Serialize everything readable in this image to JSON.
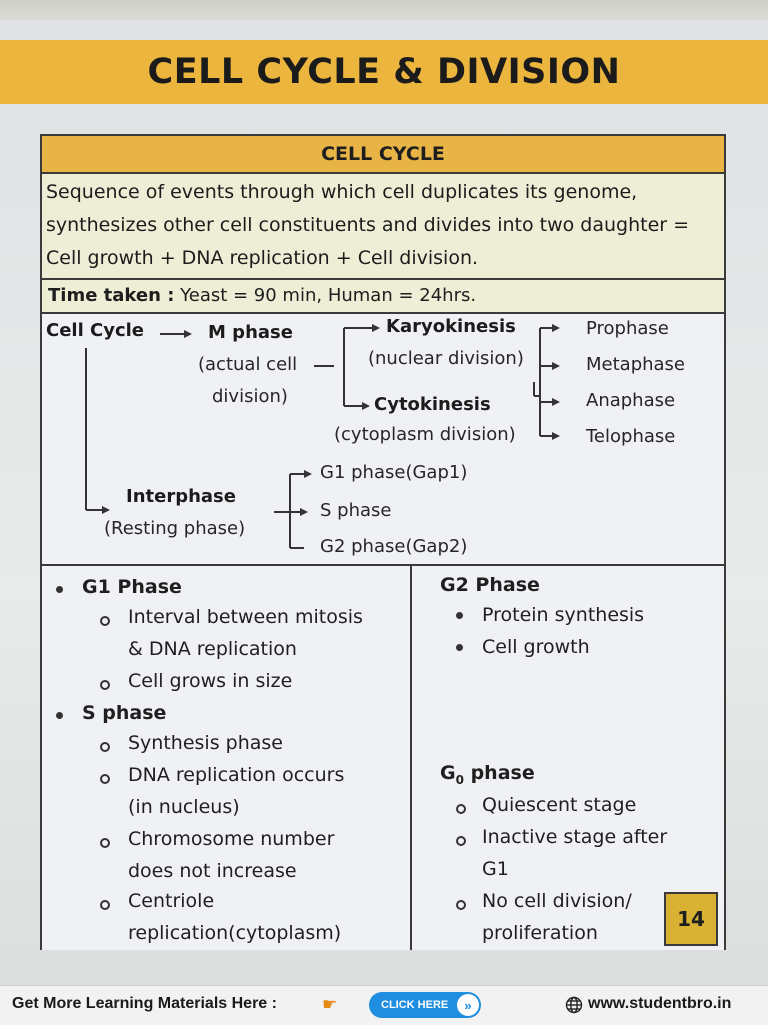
{
  "page_title": "CELL CYCLE & DIVISION",
  "card": {
    "heading": "CELL CYCLE",
    "definition": "Sequence of events through which cell duplicates its genome, synthesizes other cell constituents and divides into two daughter = Cell growth + DNA replication + Cell division.",
    "time_label": "Time taken :",
    "time_value": "Yeast = 90 min, Human = 24hrs."
  },
  "diagram": {
    "root": "Cell Cycle",
    "m_phase": "M phase",
    "m_phase_note_1": "(actual cell",
    "m_phase_note_2": "division)",
    "karyokinesis": "Karyokinesis",
    "karyokinesis_note": "(nuclear division)",
    "cytokinesis": "Cytokinesis",
    "cytokinesis_note": "(cytoplasm division)",
    "prophase": "Prophase",
    "metaphase": "Metaphase",
    "anaphase": "Anaphase",
    "telophase": "Telophase",
    "interphase": "Interphase",
    "interphase_note": "(Resting phase)",
    "g1": "G1 phase(Gap1)",
    "s": "S phase",
    "g2": "G2 phase(Gap2)"
  },
  "left_col": {
    "g1_title": "G1 Phase",
    "g1_item1_a": "Interval between mitosis",
    "g1_item1_b": "& DNA replication",
    "g1_item2": "Cell grows in size",
    "s_title": "S phase",
    "s_item1": "Synthesis phase",
    "s_item2_a": "DNA replication occurs",
    "s_item2_b": "(in nucleus)",
    "s_item3_a": "Chromosome number",
    "s_item3_b": "does not increase",
    "s_item4_a": "Centriole",
    "s_item4_b": "replication(cytoplasm)"
  },
  "right_col": {
    "g2_title": "G2 Phase",
    "g2_item1": "Protein synthesis",
    "g2_item2": "Cell growth",
    "g0_title_main": "G",
    "g0_title_sub": "0",
    "g0_title_rest": " phase",
    "g0_item1": "Quiescent stage",
    "g0_item2_a": "Inactive stage after",
    "g0_item2_b": "G1",
    "g0_item3_a": "No cell division/",
    "g0_item3_b": "proliferation"
  },
  "page_number": "14",
  "footer": {
    "message": "Get More Learning Materials Here :",
    "button_label": "CLICK HERE",
    "button_arrow": "»",
    "website": "www.studentbro.in"
  }
}
